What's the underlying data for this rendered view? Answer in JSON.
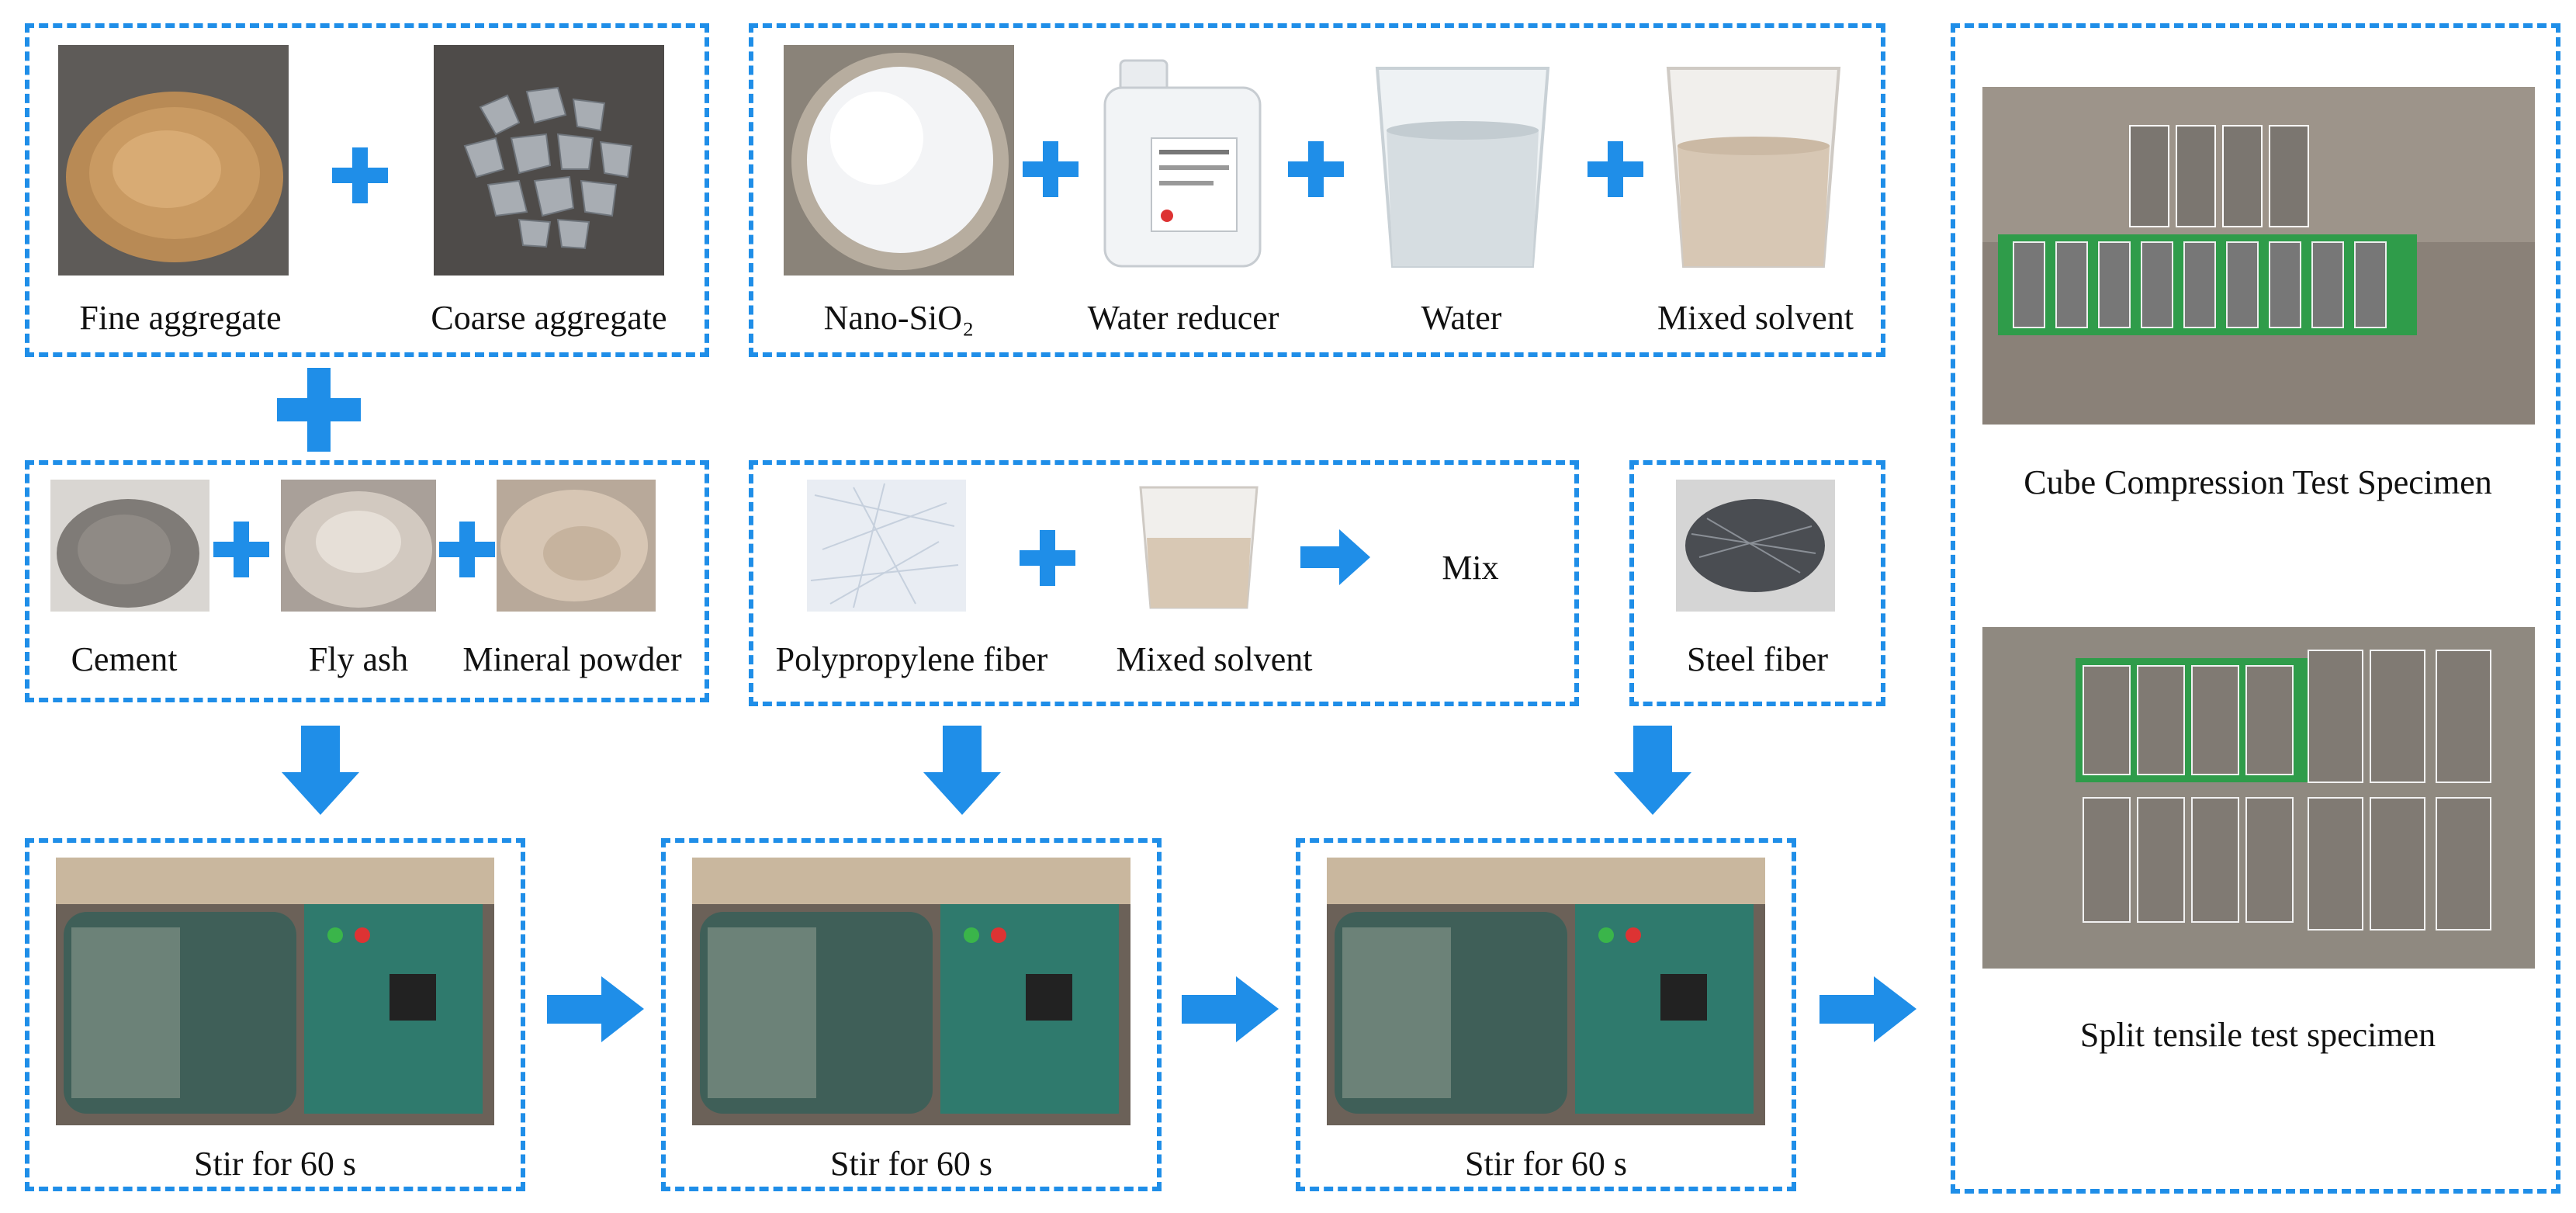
{
  "row1": {
    "fine_aggregate": "Fine aggregate",
    "coarse_aggregate": "Coarse aggregate",
    "nano_sio2": "Nano-SiO₂",
    "water_reducer": "Water reducer",
    "water": "Water",
    "mixed_solvent": "Mixed solvent"
  },
  "row2": {
    "cement": "Cement",
    "fly_ash": "Fly ash",
    "mineral_powder": "Mineral powder",
    "polypropylene_fiber": "Polypropylene fiber",
    "mixed_solvent": "Mixed solvent",
    "mix": "Mix",
    "steel_fiber": "Steel fiber"
  },
  "stir": [
    {
      "label": "Stir for 60 s"
    },
    {
      "label": "Stir for 60 s"
    },
    {
      "label": "Stir for 60 s"
    }
  ],
  "specimens": {
    "cube_label": "Cube Compression Test Specimen",
    "split_label": "Split tensile test specimen"
  },
  "colors": {
    "accent": "#1f8ee8"
  },
  "icons": [
    "plus-icon",
    "arrow-right-icon",
    "arrow-down-icon"
  ]
}
